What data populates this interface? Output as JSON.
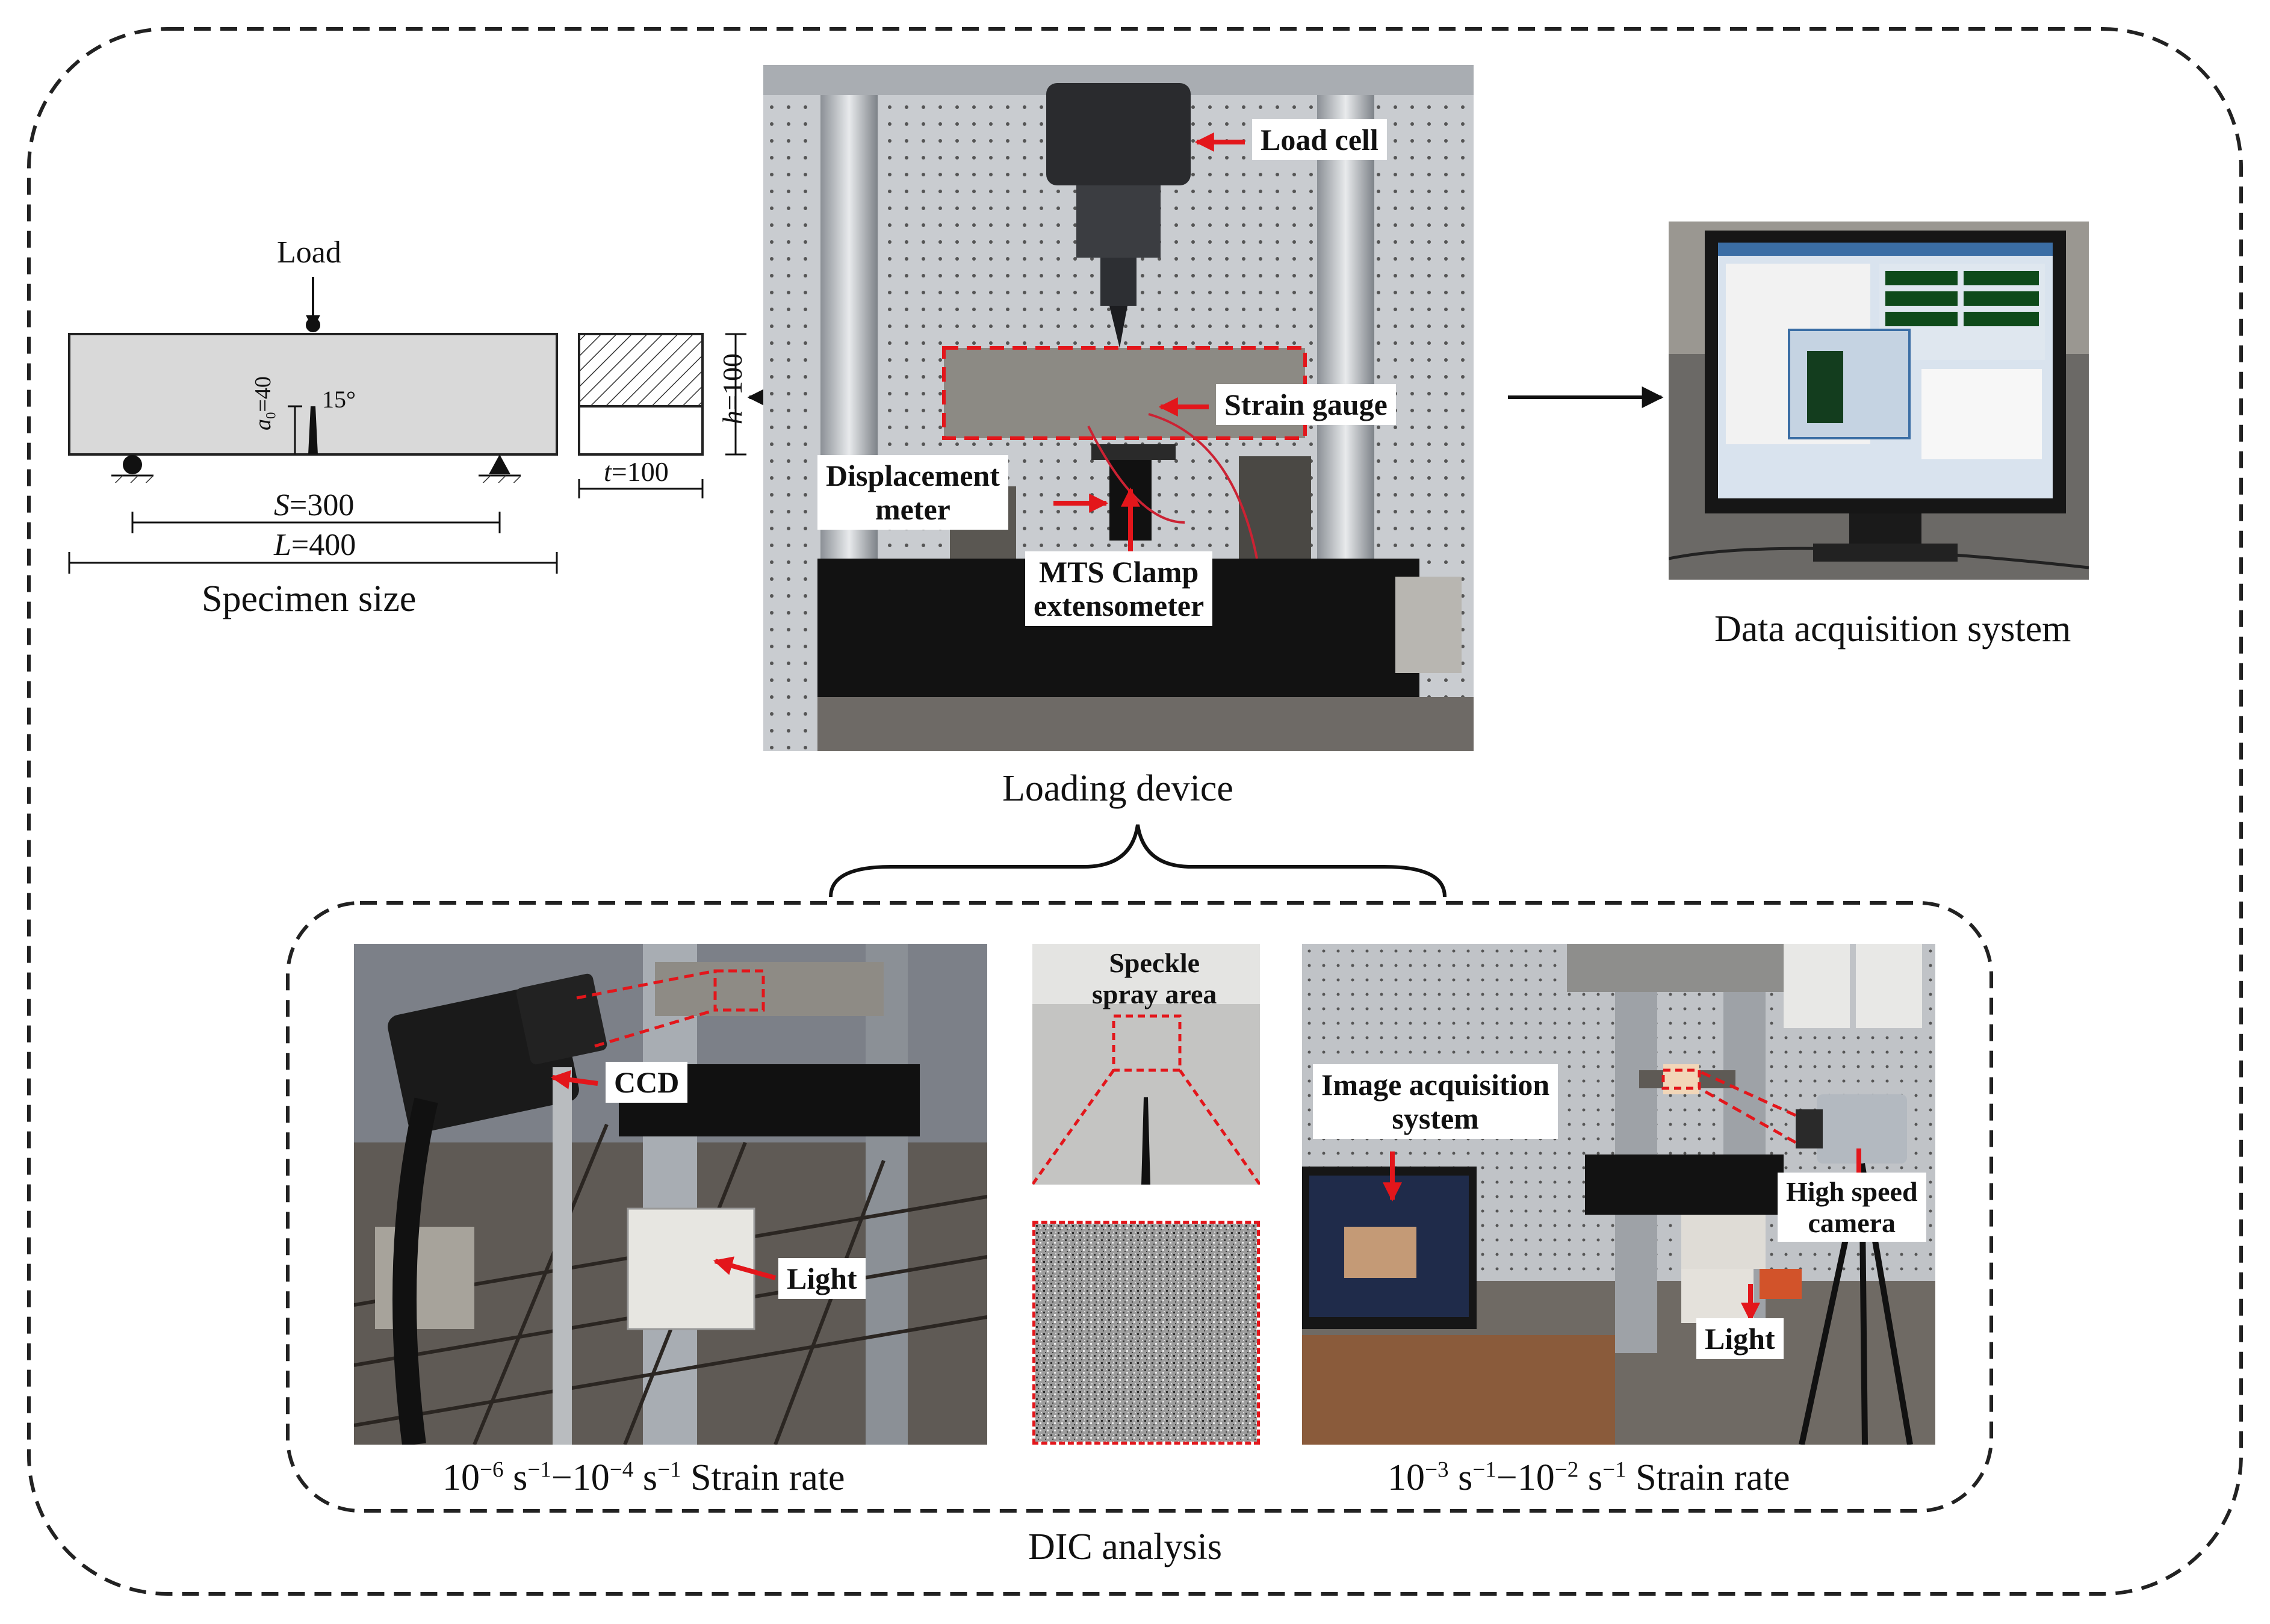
{
  "specimen": {
    "load_label": "Load",
    "angle": "15°",
    "a0_sym": "a",
    "a0_sub": "0",
    "a0_val": "=40",
    "h_sym": "h",
    "h_val": "=100",
    "t_sym": "t",
    "t_val": "=100",
    "S_sym": "S",
    "S_val": "=300",
    "L_sym": "L",
    "L_val": "=400",
    "caption": "Specimen size"
  },
  "loading": {
    "caption": "Loading device",
    "load_cell": "Load cell",
    "strain_gauge": "Strain gauge",
    "displacement_1": "Displacement",
    "displacement_2": "meter",
    "mts_1": "MTS Clamp",
    "mts_2": "extensometer"
  },
  "daq": {
    "caption": "Data acquisition system"
  },
  "dic": {
    "caption": "DIC analysis",
    "left": {
      "ccd": "CCD",
      "light": "Light",
      "caption_a": "10",
      "exp1": "−6",
      "unit1": " s",
      "exp2": "−1",
      "dash": "−10",
      "exp3": "−4",
      "unit2": " s",
      "exp4": "−1",
      "tail": " Strain rate"
    },
    "middle": {
      "speckle_1": "Speckle",
      "speckle_2": "spray area"
    },
    "right": {
      "image_acq_1": "Image acquisition",
      "image_acq_2": "system",
      "hs_cam_1": "High speed",
      "hs_cam_2": "camera",
      "light": "Light",
      "caption_a": "10",
      "exp1": "−3",
      "unit1": " s",
      "exp2": "−1",
      "dash": "−10",
      "exp3": "−2",
      "unit2": " s",
      "exp4": "−1",
      "tail": " Strain rate"
    }
  },
  "colors": {
    "frame": "#222222",
    "callout_arrow": "#e3161b",
    "specimen_fill": "#d9d9d9"
  }
}
